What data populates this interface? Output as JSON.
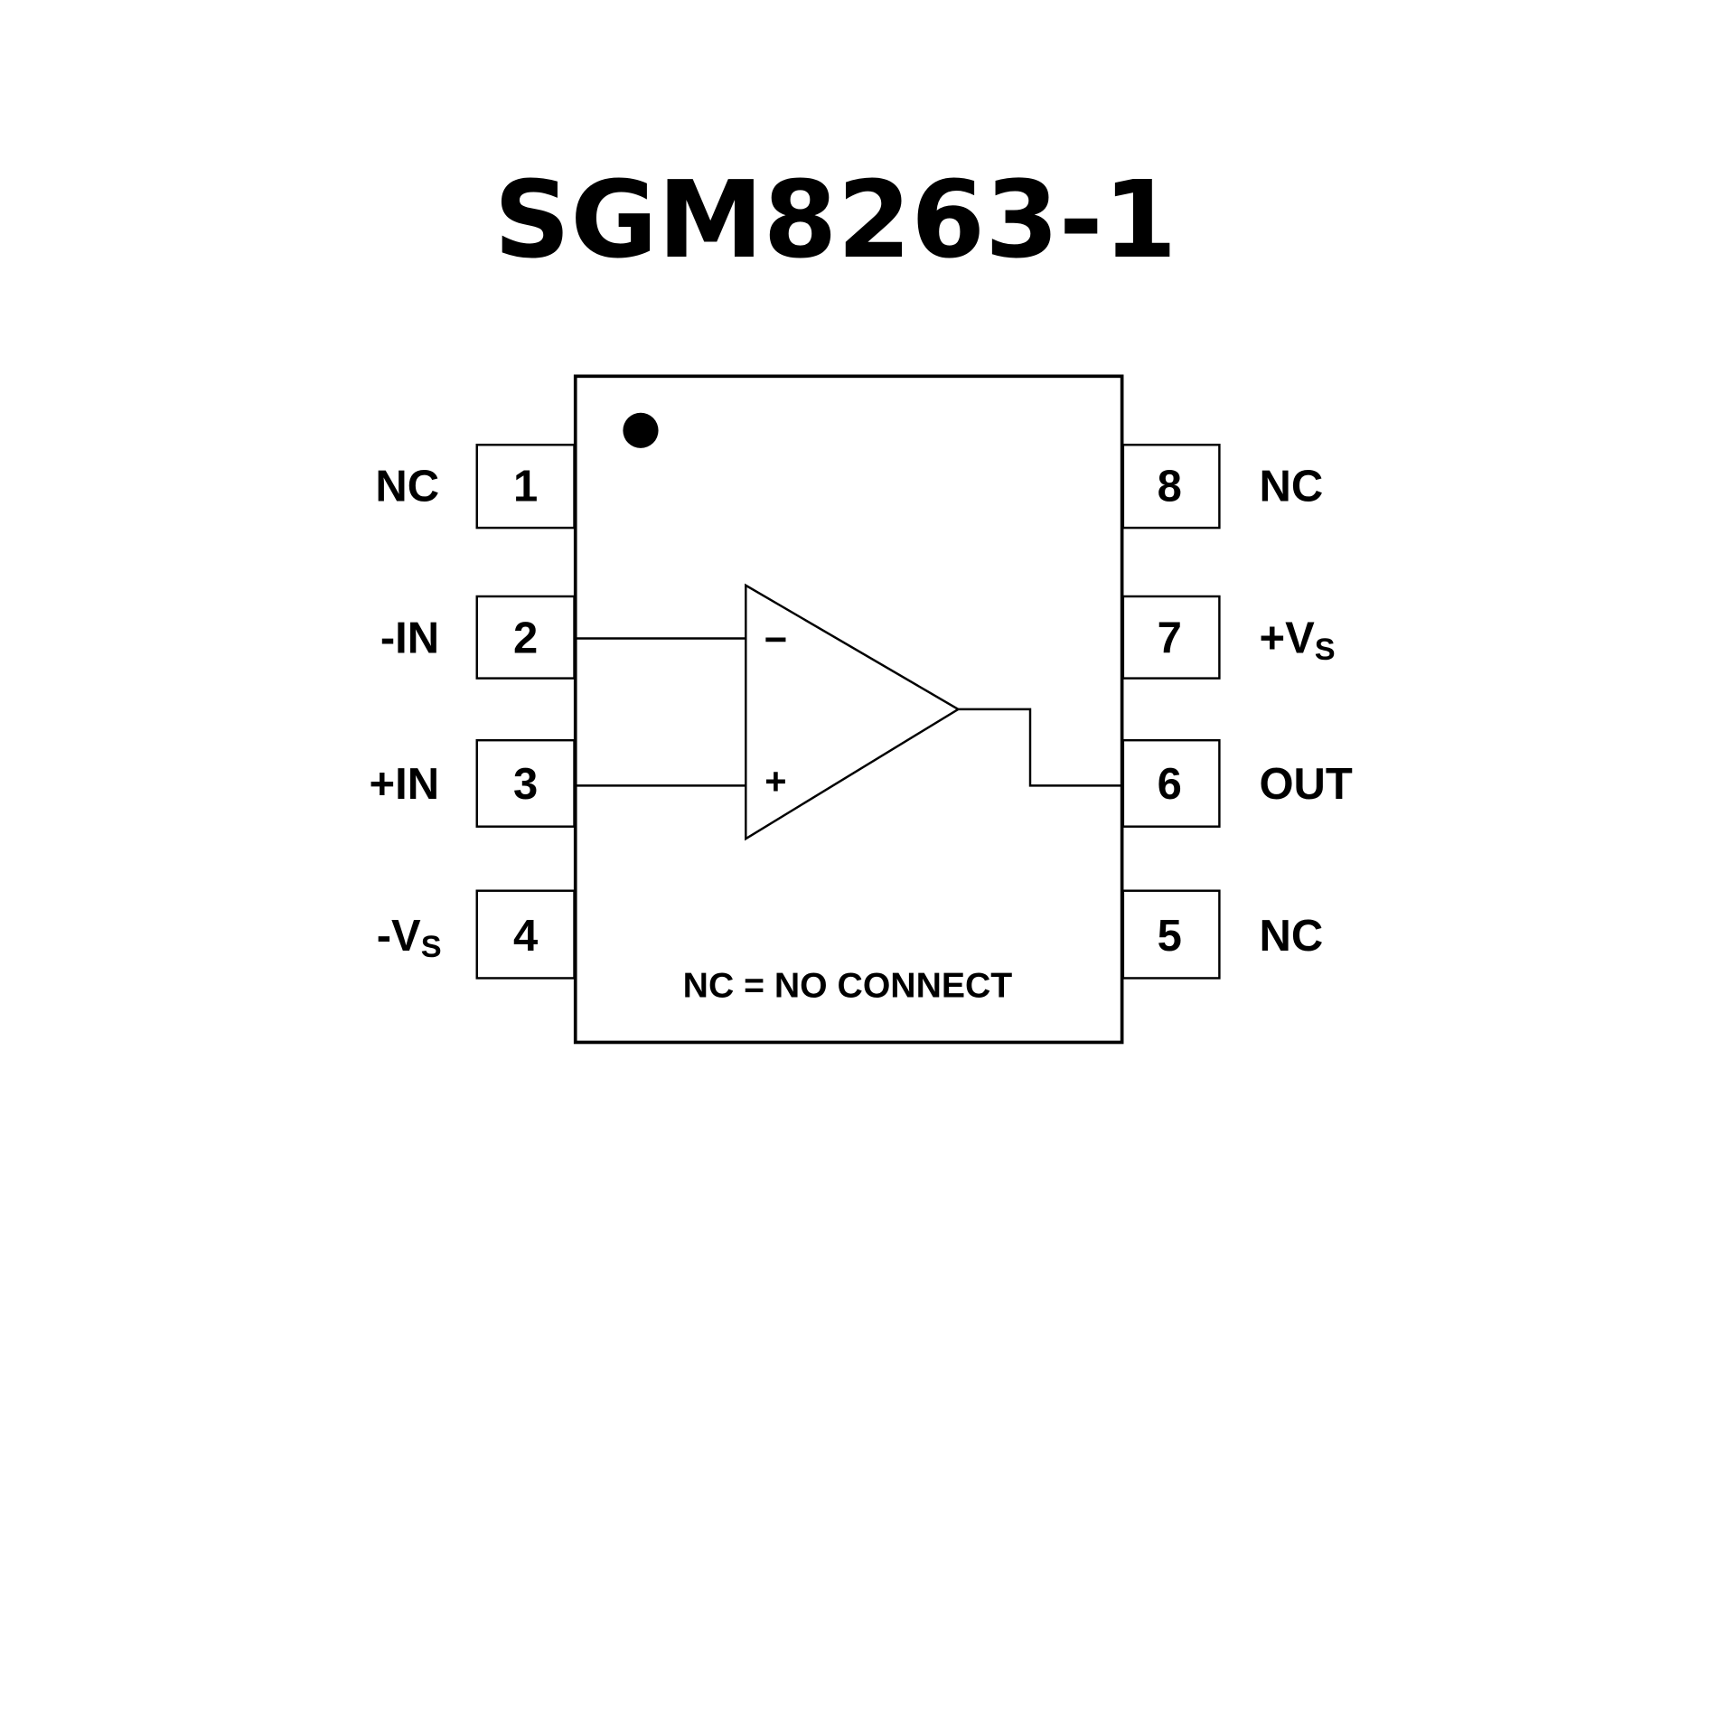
{
  "title": "SGM8263-1",
  "note": "NC = NO CONNECT",
  "pins": [
    {
      "number": "1",
      "label": "NC",
      "sub": ""
    },
    {
      "number": "2",
      "label": "-IN",
      "sub": ""
    },
    {
      "number": "3",
      "label": "+IN",
      "sub": ""
    },
    {
      "number": "4",
      "label": "-V",
      "sub": "S"
    },
    {
      "number": "5",
      "label": "NC",
      "sub": ""
    },
    {
      "number": "6",
      "label": "OUT",
      "sub": ""
    },
    {
      "number": "7",
      "label": "+V",
      "sub": "S"
    },
    {
      "number": "8",
      "label": "NC",
      "sub": ""
    }
  ],
  "opamp": {
    "minus": "−",
    "plus": "+"
  }
}
